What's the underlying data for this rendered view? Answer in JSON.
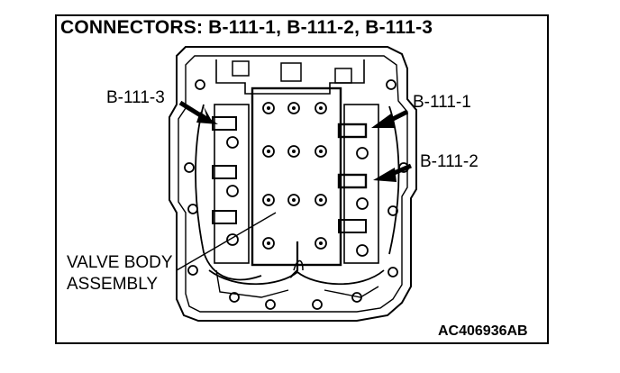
{
  "title": "CONNECTORS: B-111-1, B-111-2,  B-111-3",
  "callouts": {
    "b111_3": "B-111-3",
    "b111_1": "B-111-1",
    "b111_2": "B-111-2",
    "valve_body_line1": "VALVE BODY",
    "valve_body_line2": "ASSEMBLY"
  },
  "figure_code": "AC406936AB"
}
